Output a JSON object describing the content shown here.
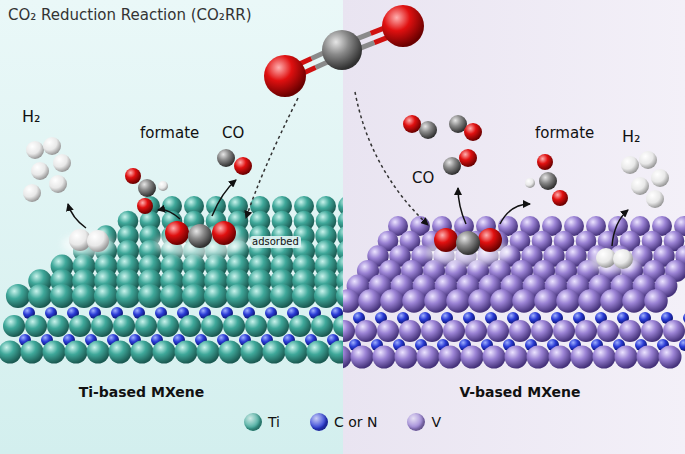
{
  "diagram": {
    "title": "CO₂ Reduction Reaction (CO₂RR)",
    "nodes": [
      {
        "text": [
          "Ti-based MXene"
        ]
      },
      {
        "text": [
          "V-based MXene"
        ]
      }
    ],
    "labels": [
      "H₂",
      "formate",
      "CO",
      "adsorbed",
      "CO",
      "formate",
      "H₂"
    ],
    "legend": [
      {
        "text": "Ti",
        "color": "#3fa89a"
      },
      {
        "text": "C or N",
        "color": "#2a3bd6"
      },
      {
        "text": "V",
        "color": "#9a82d4"
      }
    ]
  }
}
